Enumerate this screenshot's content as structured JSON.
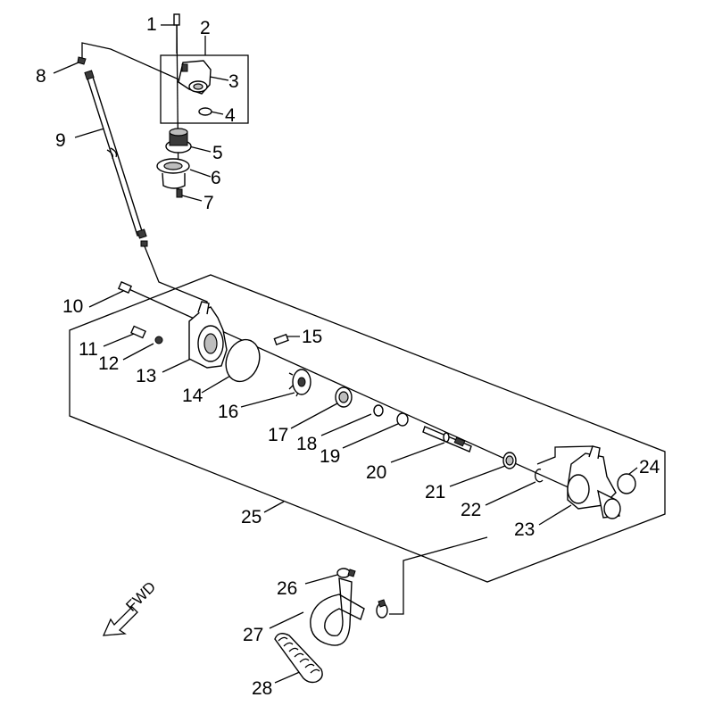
{
  "labels": {
    "p1": "1",
    "p2": "2",
    "p3": "3",
    "p4": "4",
    "p5": "5",
    "p6": "6",
    "p7": "7",
    "p8": "8",
    "p9": "9",
    "p10": "10",
    "p11": "11",
    "p12": "12",
    "p13": "13",
    "p14": "14",
    "p15": "15",
    "p16": "16",
    "p17": "17",
    "p18": "18",
    "p19": "19",
    "p20": "20",
    "p21": "21",
    "p22": "22",
    "p23": "23",
    "p24": "24",
    "p25": "25",
    "p26": "26",
    "p27": "27",
    "p28": "28"
  },
  "direction": {
    "fwd": "FWD"
  }
}
